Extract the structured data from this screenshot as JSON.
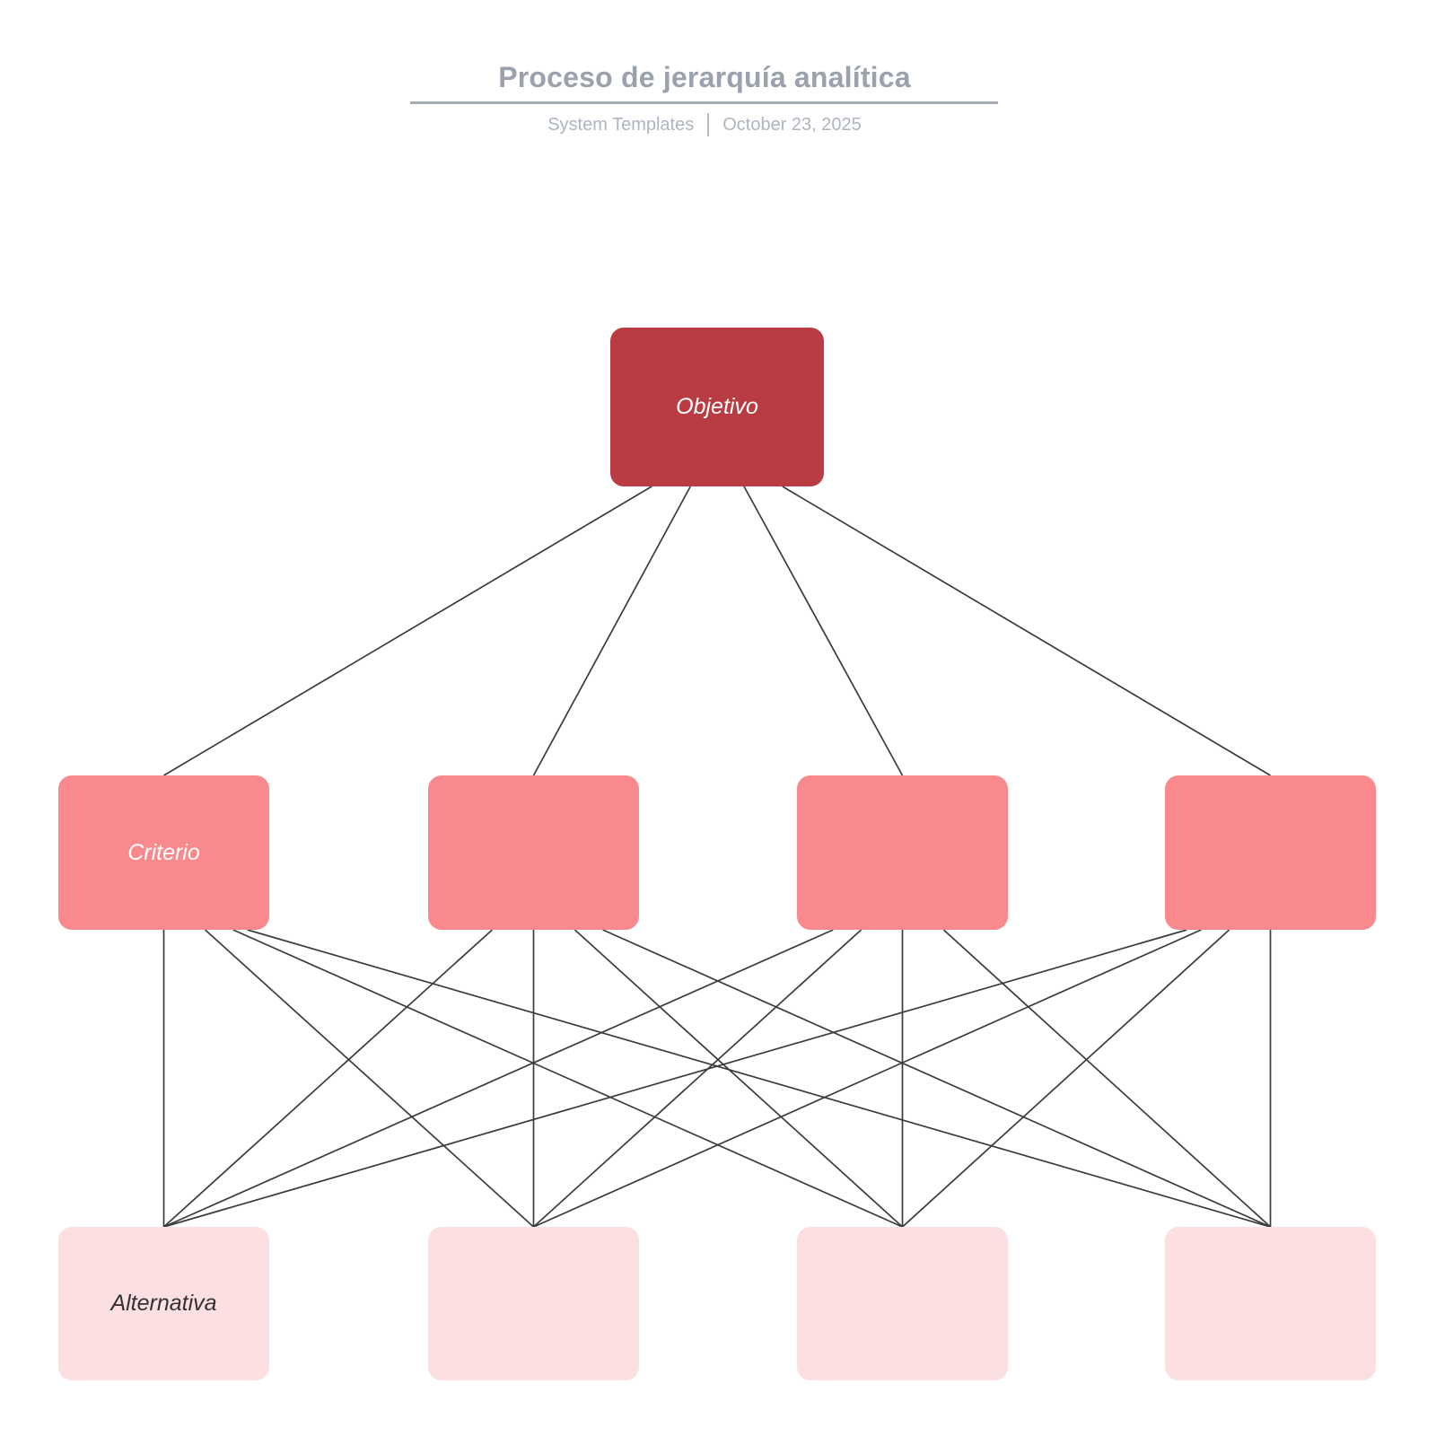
{
  "header": {
    "title": "Proceso de jerarquía analítica",
    "byline": "System Templates",
    "date": "October 23, 2025"
  },
  "colors": {
    "title_text": "#9aa2ae",
    "subtitle_text": "#aeb5c0",
    "divider": "#a7adb8",
    "separator": "#b6bcc6",
    "objetivo_fill": "#b93c42",
    "criterio_fill": "#f9898d",
    "alternativa_fill": "#fcdfe1",
    "label_light": "#ffffff",
    "label_dark": "#333333",
    "edge_stroke": "#3b3b3d"
  },
  "diagram": {
    "nodes": [
      {
        "id": "objetivo",
        "label": "Objetivo",
        "level": "goal"
      },
      {
        "id": "c1",
        "label": "Criterio",
        "level": "criteria"
      },
      {
        "id": "c2",
        "label": "",
        "level": "criteria"
      },
      {
        "id": "c3",
        "label": "",
        "level": "criteria"
      },
      {
        "id": "c4",
        "label": "",
        "level": "criteria"
      },
      {
        "id": "a1",
        "label": "Alternativa",
        "level": "alternative"
      },
      {
        "id": "a2",
        "label": "",
        "level": "alternative"
      },
      {
        "id": "a3",
        "label": "",
        "level": "alternative"
      },
      {
        "id": "a4",
        "label": "",
        "level": "alternative"
      }
    ],
    "edges": [
      [
        "objetivo",
        "c1"
      ],
      [
        "objetivo",
        "c2"
      ],
      [
        "objetivo",
        "c3"
      ],
      [
        "objetivo",
        "c4"
      ],
      [
        "c1",
        "a1"
      ],
      [
        "c1",
        "a2"
      ],
      [
        "c1",
        "a3"
      ],
      [
        "c1",
        "a4"
      ],
      [
        "c2",
        "a1"
      ],
      [
        "c2",
        "a2"
      ],
      [
        "c2",
        "a3"
      ],
      [
        "c2",
        "a4"
      ],
      [
        "c3",
        "a1"
      ],
      [
        "c3",
        "a2"
      ],
      [
        "c3",
        "a3"
      ],
      [
        "c3",
        "a4"
      ],
      [
        "c4",
        "a1"
      ],
      [
        "c4",
        "a2"
      ],
      [
        "c4",
        "a3"
      ],
      [
        "c4",
        "a4"
      ]
    ]
  }
}
